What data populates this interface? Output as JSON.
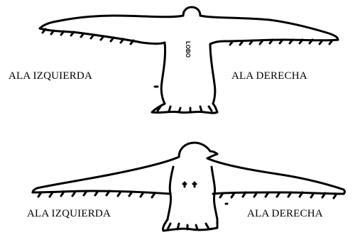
{
  "figures": [
    {
      "left_label": "ALA IZQUIERDA",
      "right_label": "ALA DERECHA",
      "body_text": "LOBO"
    },
    {
      "left_label": "ALA IZQUIERDA",
      "right_label": "ALA DERECHA"
    }
  ],
  "colors": {
    "ink": "#000000",
    "background": "#ffffff"
  },
  "icons": [
    "bird-drawing-top",
    "bird-drawing-bottom"
  ]
}
